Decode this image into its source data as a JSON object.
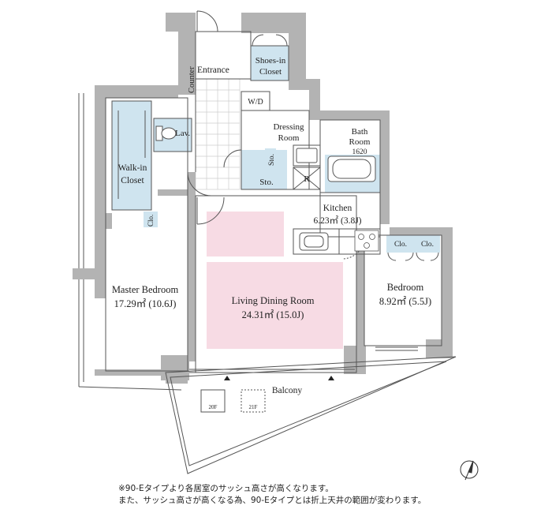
{
  "rooms": {
    "entrance": "Entrance",
    "counter": "Counter",
    "shoes_in_closet": [
      "Shoes-in",
      "Closet"
    ],
    "wd": "W/D",
    "lav": "Lav.",
    "dressing_room": [
      "Dressing",
      "Room"
    ],
    "bath_room": [
      "Bath",
      "Room",
      "1620"
    ],
    "walk_in_closet": [
      "Walk-in",
      "Closet"
    ],
    "sto_small": "Sto.",
    "sto": "Sto.",
    "refrigerator": "R",
    "kitchen": [
      "Kitchen",
      "6.23㎡ (3.8J)"
    ],
    "clo_master": "Clo.",
    "clo_bed_1": "Clo.",
    "clo_bed_2": "Clo.",
    "master_bedroom": [
      "Master Bedroom",
      "17.29㎡ (10.6J)"
    ],
    "living_dining_room": [
      "Living Dining Room",
      "24.31㎡ (15.0J)"
    ],
    "bedroom": [
      "Bedroom",
      "8.92㎡ (5.5J)"
    ],
    "balcony": "Balcony",
    "unit_20f": "20F",
    "unit_21f": "21F"
  },
  "notes": [
    "※90-Eタイプより各居室のサッシュ高さが高くなります。",
    "また、サッシュ高さが高くなる為、90-Eタイプとは折上天井の範囲が変わります。"
  ],
  "colors": {
    "wall": "#b3b3b3",
    "wet_area": "#cfe4ef",
    "ldk_highlight": "#f7dbe4",
    "line": "#555555"
  },
  "icons": [
    "compass-icon",
    "toilet-icon",
    "bathtub-icon",
    "sink-icon",
    "stove-icon",
    "refrigerator-icon"
  ]
}
